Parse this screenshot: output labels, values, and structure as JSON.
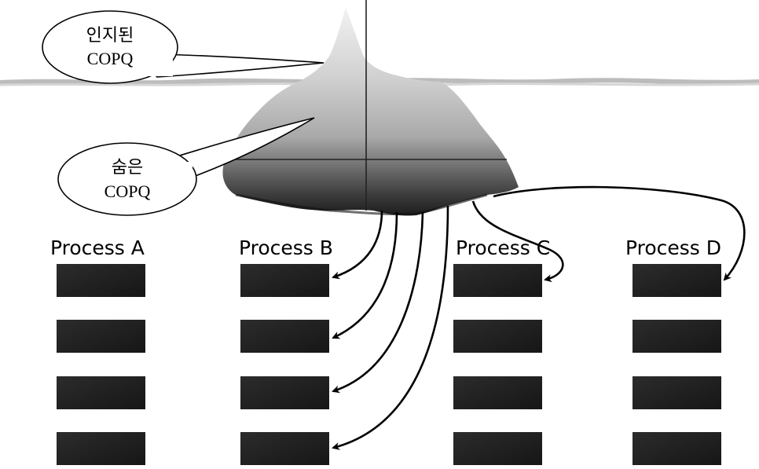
{
  "callouts": {
    "visible": {
      "line1": "인지된",
      "line2": "COPQ"
    },
    "hidden": {
      "line1": "숨은",
      "line2": "COPQ"
    }
  },
  "processes": [
    {
      "label": "Process A",
      "steps": 4
    },
    {
      "label": "Process B",
      "steps": 4
    },
    {
      "label": "Process C",
      "steps": 4
    },
    {
      "label": "Process D",
      "steps": 4
    }
  ],
  "colors": {
    "step_box": "#1e1e1e",
    "step_box_light": "#3a3a3a",
    "iceberg_tip": "#d9d9d9",
    "iceberg_body": "#9e9e9e",
    "iceberg_base": "#2a2a2a",
    "water_line": "#bdbdbd",
    "arrow": "#000000"
  }
}
